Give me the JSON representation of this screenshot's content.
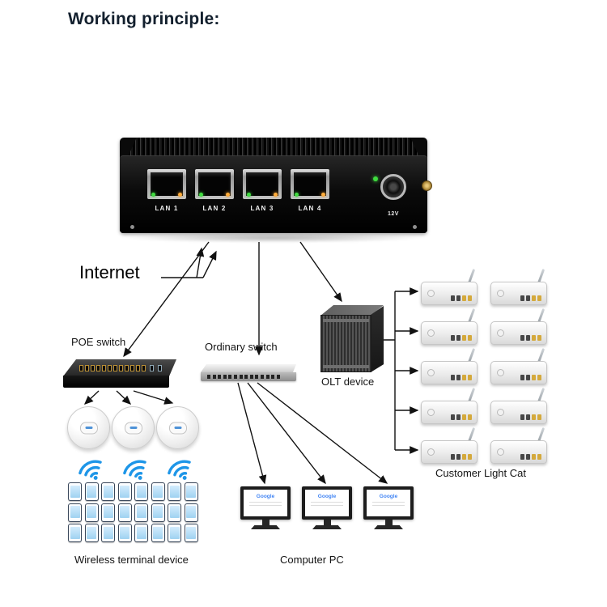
{
  "title": "Working principle:",
  "device": {
    "lan_ports": [
      "LAN 1",
      "LAN 2",
      "LAN 3",
      "LAN 4"
    ],
    "power_label": "12V"
  },
  "labels": {
    "internet": "Internet",
    "poe_switch": "POE switch",
    "ordinary_switch": "Ordinary switch",
    "olt_device": "OLT device",
    "customer_light_cat": "Customer Light Cat",
    "wireless_terminal_device": "Wireless terminal device",
    "computer_pc": "Computer PC"
  },
  "monitors": {
    "screen_text": "Google"
  },
  "counts": {
    "router_rows": 5,
    "router_cols": 2,
    "phone_rows": 3,
    "phone_cols": 8,
    "access_points": 3,
    "wifi_icons": 3,
    "monitors": 3,
    "poe_ports": 14,
    "ordinary_ports": 14,
    "router_ports": 4
  },
  "colors": {
    "wifi_blue": "#1e96e8",
    "led_green": "#3fdc3f",
    "led_amber": "#ffac3a",
    "phone_screen_top": "#d3ecfd",
    "phone_screen_bottom": "#9fd2f1",
    "line_black": "#111111"
  }
}
